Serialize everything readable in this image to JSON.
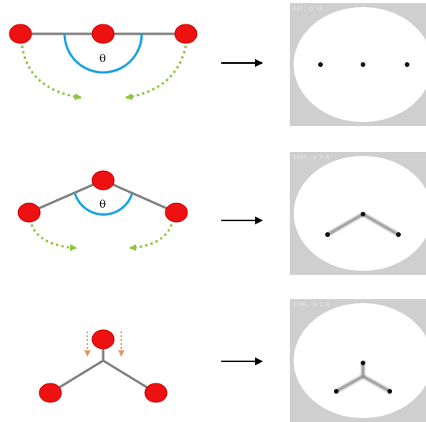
{
  "colors": {
    "atom": "#ee1111",
    "atom_stroke": "#c40000",
    "bond": "#808080",
    "angle_arc": "#1aa3e0",
    "motion_green": "#8dc63f",
    "motion_orange": "#e8955a",
    "arrow": "#000000",
    "sim_bg": "#cfcfcf",
    "sim_disc": "#ffffff",
    "sim_atom": "#111111"
  },
  "rows": [
    {
      "angle_symbol": "θ",
      "panel_label": "337, ρ 10"
    },
    {
      "angle_symbol": "θ",
      "panel_label": "3824, ρ 3.0"
    },
    {
      "panel_label": "1780, ρ 1.8"
    }
  ]
}
